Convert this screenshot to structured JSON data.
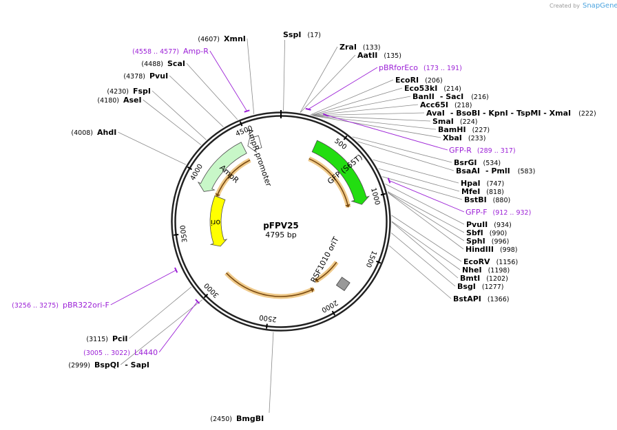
{
  "watermark": {
    "prefix": "Created by",
    "brand": "SnapGene"
  },
  "plasmid": {
    "name": "pFPV25",
    "length_label": "4795 bp",
    "length": 4795
  },
  "ticks": [
    {
      "label": "500",
      "pos": 500
    },
    {
      "label": "1000",
      "pos": 1000
    },
    {
      "label": "1500",
      "pos": 1500
    },
    {
      "label": "2000",
      "pos": 2000
    },
    {
      "label": "2500",
      "pos": 2500
    },
    {
      "label": "3000",
      "pos": 3000
    },
    {
      "label": "3500",
      "pos": 3500
    },
    {
      "label": "4000",
      "pos": 4000
    },
    {
      "label": "4500",
      "pos": 4500
    }
  ],
  "features": [
    {
      "id": "gfp",
      "label": "GFP (S65T)",
      "start": 320,
      "end": 1040,
      "color": "#22dd11",
      "ring": "feature",
      "direction": "cw"
    },
    {
      "id": "ampr",
      "label": "AmpR",
      "start": 3880,
      "end": 4440,
      "color": "#c8f7c8",
      "ring": "feature",
      "direction": "ccw"
    },
    {
      "id": "ampr-promoter",
      "label": "AmpR promoter",
      "start": 4480,
      "end": 4600,
      "color": "#ffffff",
      "ring": "feature",
      "direction": "ccw"
    },
    {
      "id": "ori",
      "label": "ori",
      "start": 3300,
      "end": 3880,
      "color": "#ffff00",
      "ring": "inner",
      "direction": "ccw"
    },
    {
      "id": "rsf1010-orit",
      "label": "RSF1010 oriT",
      "start": 1800,
      "end": 1830,
      "color": "#999999",
      "ring": "inner",
      "direction": "none"
    }
  ],
  "open_reading_frames": [
    {
      "start": 320,
      "end": 1040,
      "direction": "cw"
    },
    {
      "start": 3880,
      "end": 4440,
      "direction": "ccw"
    },
    {
      "start": 2050,
      "end": 3020,
      "direction": "ccw"
    },
    {
      "start": 1680,
      "end": 2000,
      "direction": "cw"
    }
  ],
  "sites": [
    {
      "name": "SspI",
      "position": "(17)",
      "pos": 17
    },
    {
      "name": "ZraI",
      "position": "(133)",
      "pos": 133
    },
    {
      "name": "AatII",
      "position": "(135)",
      "pos": 135
    },
    {
      "name": "EcoRI",
      "position": "(206)",
      "pos": 206
    },
    {
      "name": "Eco53kI",
      "position": "(214)",
      "pos": 214
    },
    {
      "name": "BanII",
      "position": "(216)",
      "pos": 216,
      "also": "- SacI"
    },
    {
      "name": "Acc65I",
      "position": "(218)",
      "pos": 218
    },
    {
      "name": "AvaI",
      "position": "(222)",
      "pos": 222,
      "also": "- BsoBI   - KpnI   - TspMI   - XmaI"
    },
    {
      "name": "SmaI",
      "position": "(224)",
      "pos": 224
    },
    {
      "name": "BamHI",
      "position": "(227)",
      "pos": 227
    },
    {
      "name": "XbaI",
      "position": "(233)",
      "pos": 233
    },
    {
      "name": "BsrGI",
      "position": "(534)",
      "pos": 534
    },
    {
      "name": "BsaAI",
      "position": "(583)",
      "pos": 583,
      "also": "- PmlI"
    },
    {
      "name": "HpaI",
      "position": "(747)",
      "pos": 747
    },
    {
      "name": "MfeI",
      "position": "(818)",
      "pos": 818
    },
    {
      "name": "BstBI",
      "position": "(880)",
      "pos": 880
    },
    {
      "name": "PvuII",
      "position": "(934)",
      "pos": 934
    },
    {
      "name": "SbfI",
      "position": "(990)",
      "pos": 990
    },
    {
      "name": "SphI",
      "position": "(996)",
      "pos": 996
    },
    {
      "name": "HindIII",
      "position": "(998)",
      "pos": 998
    },
    {
      "name": "EcoRV",
      "position": "(1156)",
      "pos": 1156
    },
    {
      "name": "NheI",
      "position": "(1198)",
      "pos": 1198
    },
    {
      "name": "BmtI",
      "position": "(1202)",
      "pos": 1202
    },
    {
      "name": "BsgI",
      "position": "(1277)",
      "pos": 1277
    },
    {
      "name": "BstAPI",
      "position": "(1366)",
      "pos": 1366
    },
    {
      "name": "BmgBI",
      "position": "(2450)",
      "pos": 2450
    },
    {
      "name": "BspQI",
      "position": "(2999)",
      "pos": 2999,
      "also": "- SapI"
    },
    {
      "name": "PciI",
      "position": "(3115)",
      "pos": 3115
    },
    {
      "name": "AhdI",
      "position": "(4008)",
      "pos": 4008
    },
    {
      "name": "AseI",
      "position": "(4180)",
      "pos": 4180
    },
    {
      "name": "FspI",
      "position": "(4230)",
      "pos": 4230
    },
    {
      "name": "PvuI",
      "position": "(4378)",
      "pos": 4378
    },
    {
      "name": "ScaI",
      "position": "(4488)",
      "pos": 4488
    },
    {
      "name": "XmnI",
      "position": "(4607)",
      "pos": 4607
    }
  ],
  "primers": [
    {
      "name": "pBRforEco",
      "range": "(173 .. 191)",
      "pos": 182
    },
    {
      "name": "GFP-R",
      "range": "(289 .. 317)",
      "pos": 303
    },
    {
      "name": "GFP-F",
      "range": "(912 .. 932)",
      "pos": 922
    },
    {
      "name": "pBR322ori-F",
      "range": "(3256 .. 3275)",
      "pos": 3265
    },
    {
      "name": "L4440",
      "range": "(3005 .. 3022)",
      "pos": 3013
    },
    {
      "name": "Amp-R",
      "range": "(4558 .. 4577)",
      "pos": 4567
    }
  ],
  "colors": {
    "backbone": "#222222",
    "primer": "#9b1fd6",
    "orf_fill": "#e8b45a",
    "orf_line": "#7a4a10",
    "cut_line": "#888888"
  }
}
